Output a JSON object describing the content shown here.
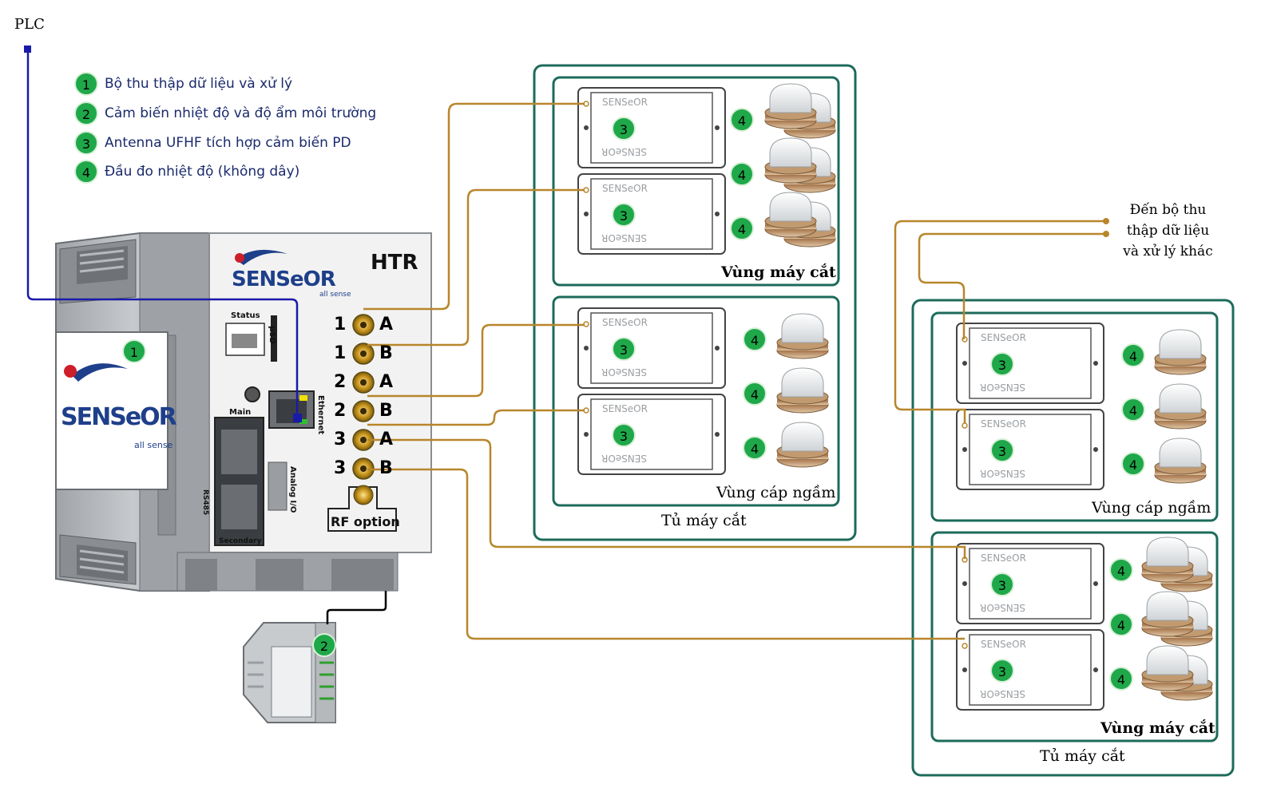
{
  "plc_label": "PLC",
  "legend": [
    {
      "num": "1",
      "text": "Bộ thu thập dữ liệu và xử lý"
    },
    {
      "num": "2",
      "text": "Cảm biến nhiệt độ và độ ẩm môi trường"
    },
    {
      "num": "3",
      "text": "Antenna UFHF tích hợp cảm biến PD"
    },
    {
      "num": "4",
      "text": "Đầu đo nhiệt độ (không dây)"
    }
  ],
  "htr": {
    "model": "HTR",
    "brand": "SENSeOR",
    "tagline": "all sense",
    "status": "Status",
    "psd": "µSD",
    "ethernet": "Ethernet",
    "main": "Main",
    "secondary": "Secondary",
    "rs485": "RS485",
    "analog": "Analog I/O",
    "rf_option": "RF option",
    "ports": [
      "1",
      "A",
      "1",
      "B",
      "2",
      "A",
      "2",
      "B",
      "3",
      "A",
      "3",
      "B"
    ]
  },
  "antenna_brand": "SENSeOR",
  "zones": {
    "left_switchgear": "Vùng máy cắt",
    "left_cable": "Vùng cáp ngầm",
    "left_cabinet": "Tủ máy cắt",
    "right_cable": "Vùng cáp ngầm",
    "right_switchgear": "Vùng máy cắt",
    "right_cabinet": "Tủ máy cắt"
  },
  "other_collector": [
    "Đến bộ thu",
    "thập dữ liệu",
    "và xử lý khác"
  ],
  "colors": {
    "cable": "#b8862b",
    "plc_line": "#1a1aa8",
    "box_border": "#1d6b5a",
    "badge": "#1fa84a"
  }
}
